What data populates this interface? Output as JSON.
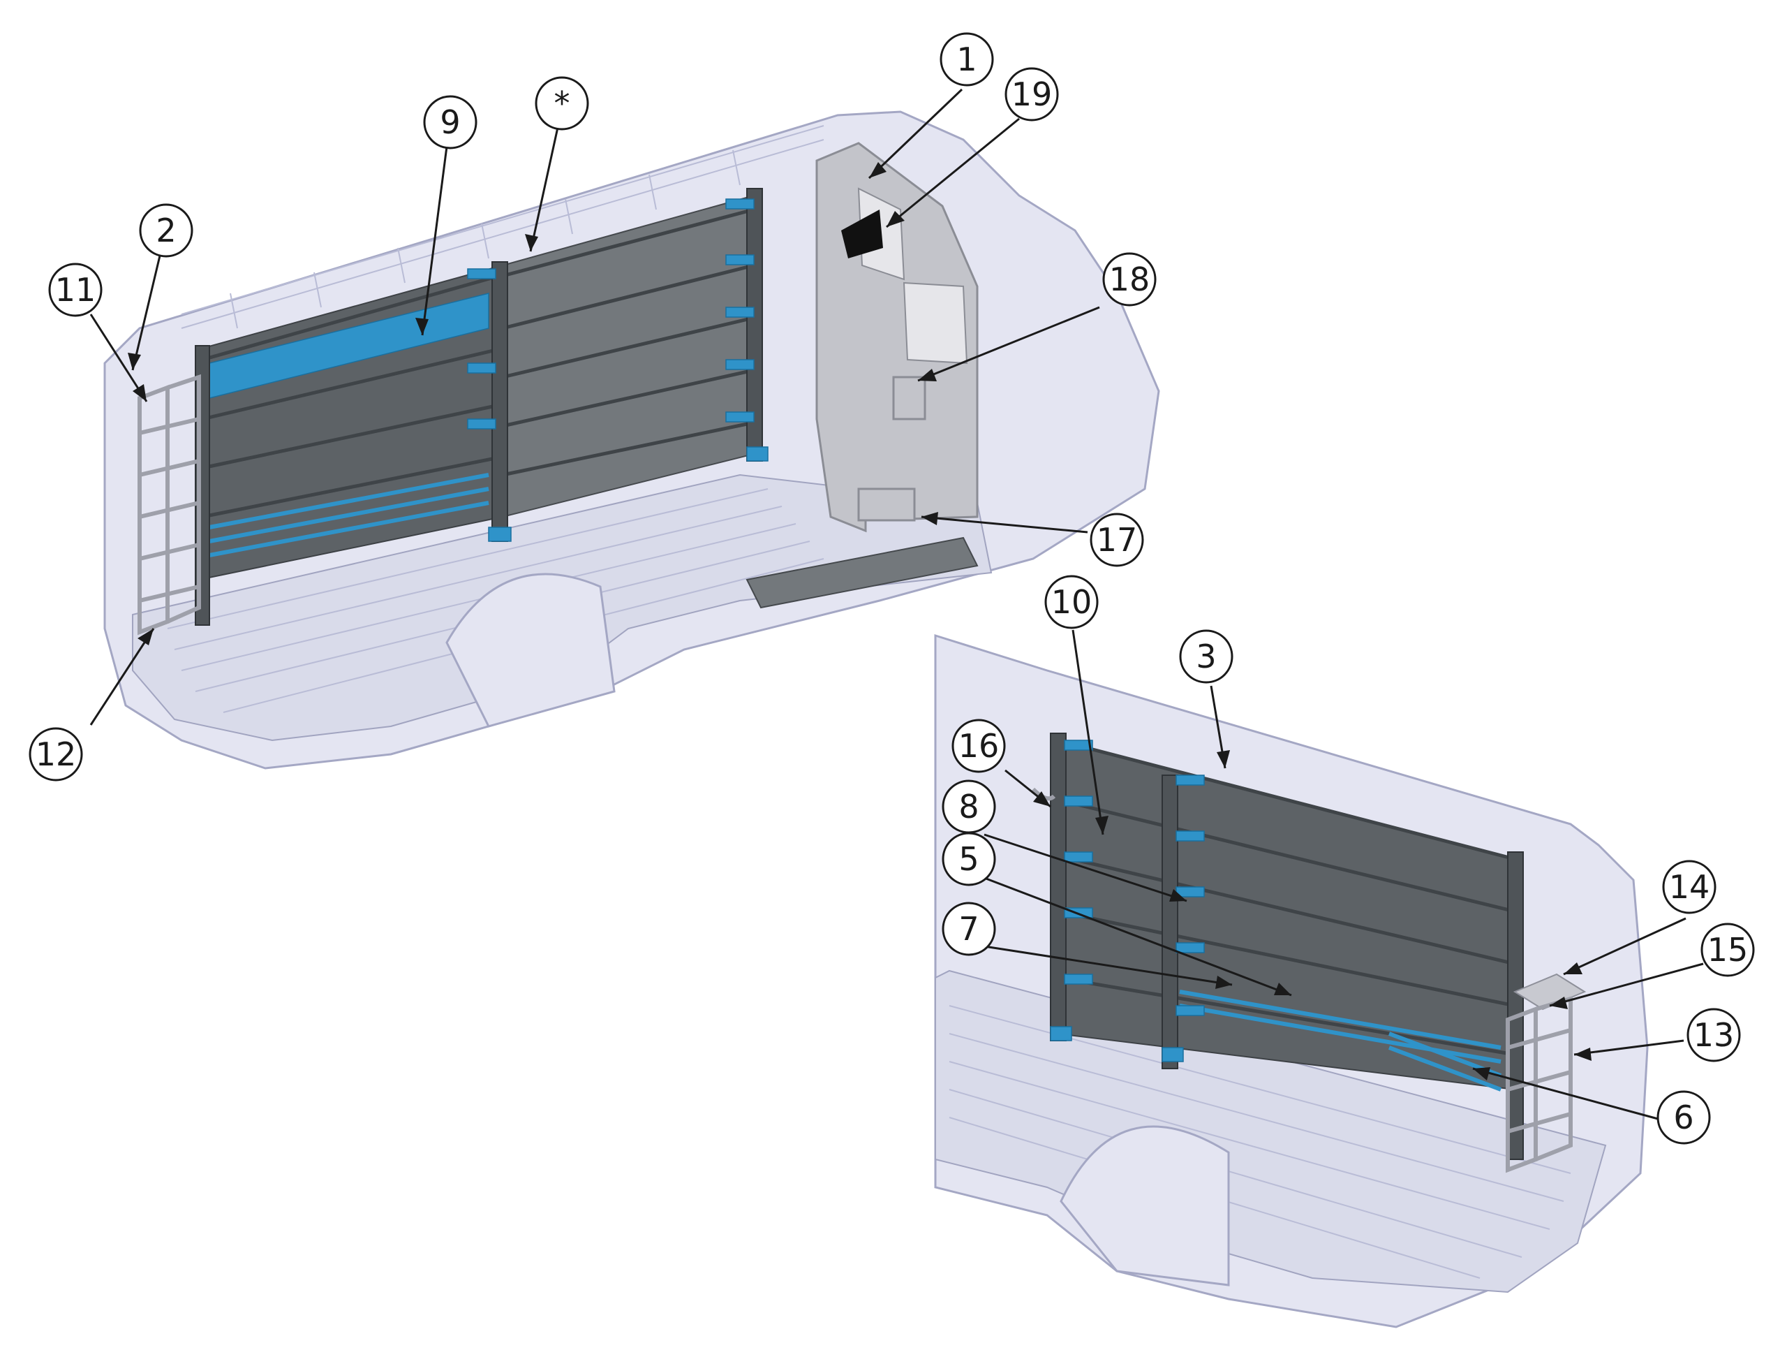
{
  "callouts": [
    {
      "id": "1",
      "label": "1"
    },
    {
      "id": "19",
      "label": "19"
    },
    {
      "id": "9",
      "label": "9"
    },
    {
      "id": "star",
      "label": "*"
    },
    {
      "id": "2",
      "label": "2"
    },
    {
      "id": "11",
      "label": "11"
    },
    {
      "id": "18",
      "label": "18"
    },
    {
      "id": "17",
      "label": "17"
    },
    {
      "id": "12",
      "label": "12"
    },
    {
      "id": "10",
      "label": "10"
    },
    {
      "id": "3",
      "label": "3"
    },
    {
      "id": "16",
      "label": "16"
    },
    {
      "id": "8",
      "label": "8"
    },
    {
      "id": "5",
      "label": "5"
    },
    {
      "id": "7",
      "label": "7"
    },
    {
      "id": "14",
      "label": "14"
    },
    {
      "id": "15",
      "label": "15"
    },
    {
      "id": "13",
      "label": "13"
    },
    {
      "id": "6",
      "label": "6"
    }
  ],
  "colors": {
    "accent_blue": "#2f93c9",
    "shelf_gray": "#5d6266",
    "van_body": "#e4e5f2",
    "partition": "#c3c4ca",
    "line": "#1a1a1a"
  }
}
